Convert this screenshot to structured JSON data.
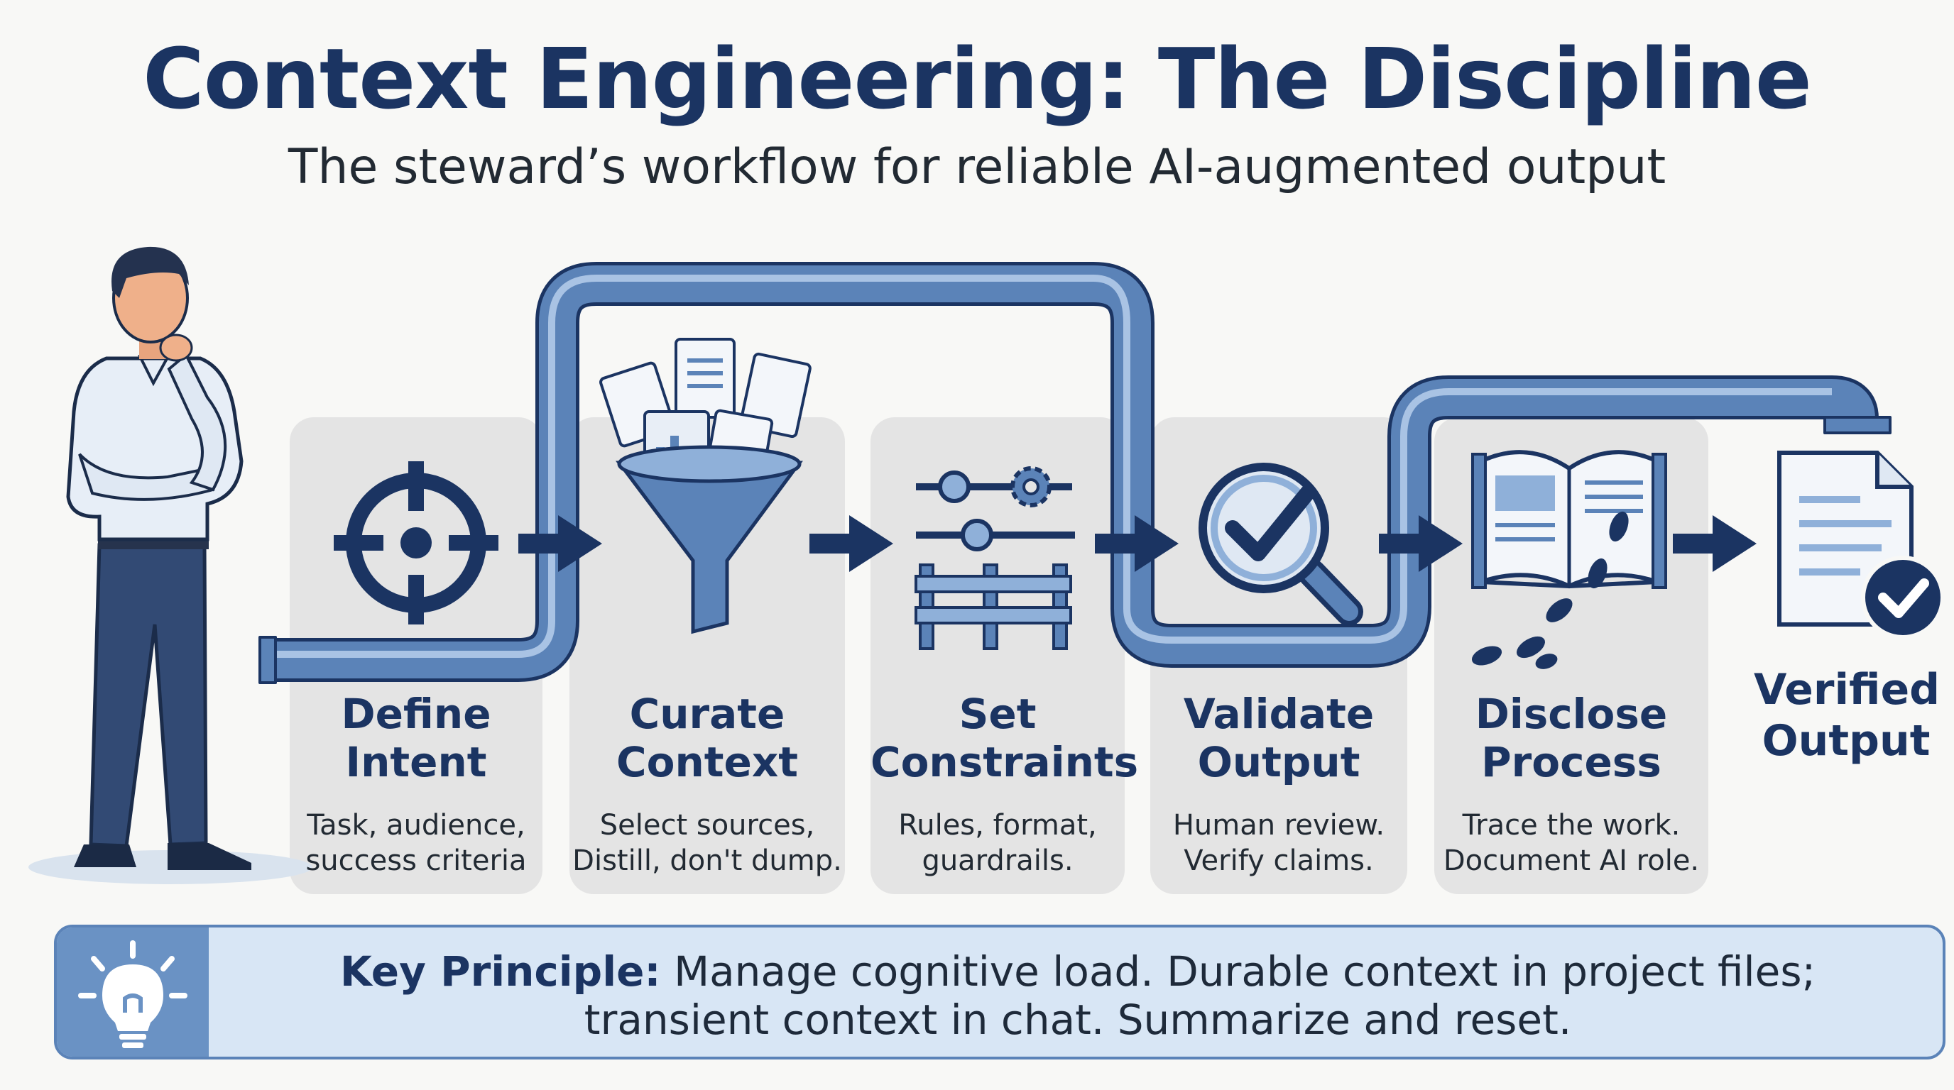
{
  "title": "Context Engineering: The Discipline",
  "subtitle": "The steward’s workflow for reliable AI-augmented output",
  "steps": [
    {
      "name_line1": "Define",
      "name_line2": "Intent",
      "desc_line1": "Task, audience,",
      "desc_line2": "success criteria",
      "icon": "target-crosshair-icon"
    },
    {
      "name_line1": "Curate",
      "name_line2": "Context",
      "desc_line1": "Select sources,",
      "desc_line2": "Distill, don't dump.",
      "icon": "document-funnel-icon"
    },
    {
      "name_line1": "Set",
      "name_line2": "Constraints",
      "desc_line1": "Rules, format,",
      "desc_line2": "guardrails.",
      "icon": "sliders-fence-icon"
    },
    {
      "name_line1": "Validate",
      "name_line2": "Output",
      "desc_line1": "Human review.",
      "desc_line2": "Verify claims.",
      "icon": "magnifier-check-icon"
    },
    {
      "name_line1": "Disclose",
      "name_line2": "Process",
      "desc_line1": "Trace the work.",
      "desc_line2": "Document AI role.",
      "icon": "book-footprints-icon"
    }
  ],
  "final": {
    "line1": "Verified",
    "line2": "Output",
    "icon": "verified-document-icon"
  },
  "principle": {
    "label": "Key Principle:",
    "line1": "Manage cognitive load. Durable context in project files;",
    "line2": "transient context in chat. Summarize and reset.",
    "icon": "lightbulb-icon"
  },
  "colors": {
    "navy": "#1b3462",
    "pipe": "#5b83b8",
    "pipe_light": "#8fb0d9",
    "card": "#e4e4e4",
    "banner": "#d8e6f5"
  }
}
